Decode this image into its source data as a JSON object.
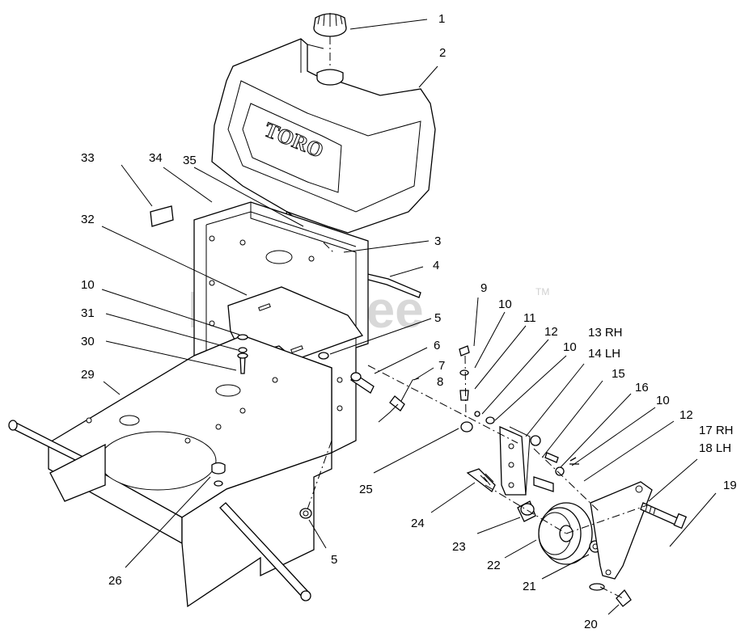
{
  "watermark": {
    "text": "PartsTree",
    "tm": "TM"
  },
  "logo_text": "TORO",
  "callouts": [
    {
      "id": "c1",
      "text": "1"
    },
    {
      "id": "c2",
      "text": "2"
    },
    {
      "id": "c3",
      "text": "3"
    },
    {
      "id": "c4",
      "text": "4"
    },
    {
      "id": "c5a",
      "text": "5"
    },
    {
      "id": "c6",
      "text": "6"
    },
    {
      "id": "c7",
      "text": "7"
    },
    {
      "id": "c8",
      "text": "8"
    },
    {
      "id": "c9",
      "text": "9"
    },
    {
      "id": "c10a",
      "text": "10"
    },
    {
      "id": "c11",
      "text": "11"
    },
    {
      "id": "c12a",
      "text": "12"
    },
    {
      "id": "c10b",
      "text": "10"
    },
    {
      "id": "c13",
      "text": "13 RH"
    },
    {
      "id": "c14",
      "text": "14 LH"
    },
    {
      "id": "c15",
      "text": "15"
    },
    {
      "id": "c16",
      "text": "16"
    },
    {
      "id": "c10c",
      "text": "10"
    },
    {
      "id": "c12b",
      "text": "12"
    },
    {
      "id": "c17",
      "text": "17 RH"
    },
    {
      "id": "c18",
      "text": "18 LH"
    },
    {
      "id": "c19",
      "text": "19"
    },
    {
      "id": "c20",
      "text": "20"
    },
    {
      "id": "c21",
      "text": "21"
    },
    {
      "id": "c22",
      "text": "22"
    },
    {
      "id": "c23",
      "text": "23"
    },
    {
      "id": "c24",
      "text": "24"
    },
    {
      "id": "c25",
      "text": "25"
    },
    {
      "id": "c5b",
      "text": "5"
    },
    {
      "id": "c26",
      "text": "26"
    },
    {
      "id": "c29",
      "text": "29"
    },
    {
      "id": "c30",
      "text": "30"
    },
    {
      "id": "c31",
      "text": "31"
    },
    {
      "id": "c10d",
      "text": "10"
    },
    {
      "id": "c32",
      "text": "32"
    },
    {
      "id": "c33",
      "text": "33"
    },
    {
      "id": "c34",
      "text": "34"
    },
    {
      "id": "c35",
      "text": "35"
    }
  ]
}
